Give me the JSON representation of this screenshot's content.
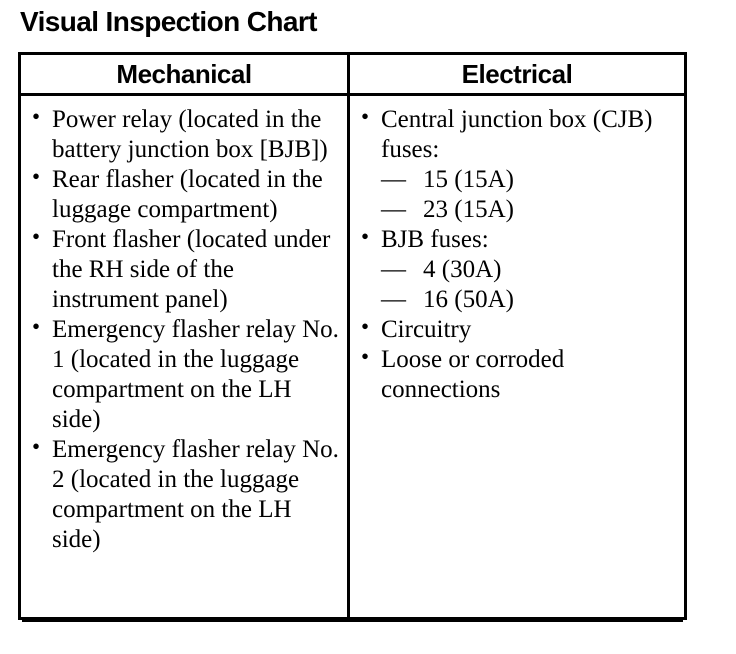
{
  "page": {
    "title": "Visual Inspection Chart"
  },
  "glyphs": {
    "bullet": "•",
    "dash": "—"
  },
  "colors": {
    "ink": "#000000",
    "paper": "#ffffff"
  },
  "table": {
    "columns": [
      {
        "header": "Mechanical",
        "items": [
          {
            "text": "Power relay (located in the battery junction box [BJB])"
          },
          {
            "text": "Rear flasher (located in the luggage compartment)"
          },
          {
            "text": "Front flasher (located under the RH side of the instrument panel)"
          },
          {
            "text": "Emergency flasher relay No. 1 (located in the luggage compartment on the LH side)"
          },
          {
            "text": "Emergency flasher relay No. 2 (located in the luggage compartment on the LH side)"
          }
        ]
      },
      {
        "header": "Electrical",
        "items": [
          {
            "text": "Central junction box (CJB) fuses:",
            "sub_items": [
              "15 (15A)",
              "23 (15A)"
            ]
          },
          {
            "text": "BJB fuses:",
            "sub_items": [
              "4 (30A)",
              "16 (50A)"
            ]
          },
          {
            "text": "Circuitry"
          },
          {
            "text": "Loose or corroded connections"
          }
        ]
      }
    ]
  }
}
